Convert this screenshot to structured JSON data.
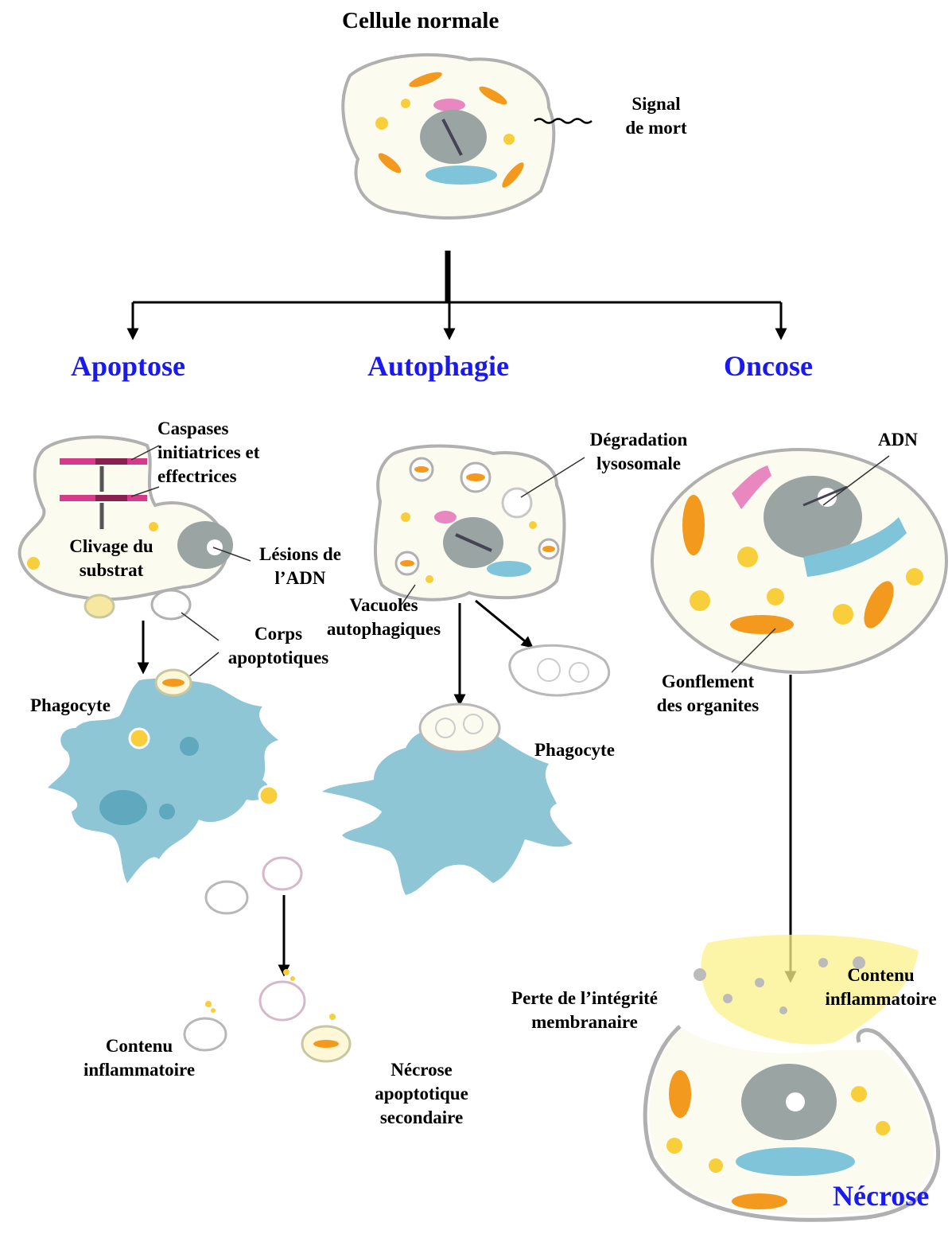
{
  "title": "Cellule normale",
  "signal": [
    "Signal",
    "de mort"
  ],
  "pathways": {
    "apoptose": "Apoptose",
    "autophagie": "Autophagie",
    "oncose": "Oncose",
    "necrose": "Nécrose"
  },
  "apoptose_labels": {
    "caspases": [
      "Caspases",
      "initiatrices et",
      "effectrices"
    ],
    "clivage": [
      "Clivage du",
      "substrat"
    ],
    "lesions": [
      "Lésions de",
      "l’ADN"
    ],
    "corps": [
      "Corps",
      "apoptotiques"
    ],
    "phagocyte": "Phagocyte",
    "contenu": [
      "Contenu",
      "inflammatoire"
    ],
    "necrose_secondaire": [
      "Nécrose",
      "apoptotique",
      "secondaire"
    ]
  },
  "autophagie_labels": {
    "degradation": [
      "Dégradation",
      "lysosomale"
    ],
    "vacuoles": [
      "Vacuoles",
      "autophagiques"
    ],
    "phagocyte": "Phagocyte"
  },
  "oncose_labels": {
    "adn": "ADN",
    "gonflement": [
      "Gonflement",
      "des organites"
    ],
    "perte": [
      "Perte de l’intégrité",
      "membranaire"
    ],
    "contenu": [
      "Contenu",
      "inflammatoire"
    ]
  },
  "colors": {
    "heading": "#1a1af0",
    "phagocyte": "#8ec6d6",
    "mitochondria": "#f39a1e",
    "vesicle": "#f8cf3a",
    "nucleus": "#9aa4a2",
    "er": "#7fc4d8",
    "golgi": "#e887c0",
    "membrane": "#b7b7b7"
  }
}
